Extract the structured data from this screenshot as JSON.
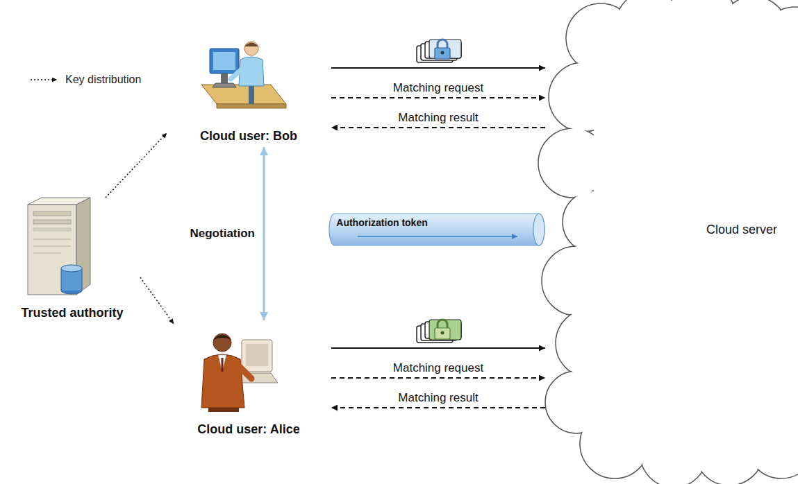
{
  "diagram": {
    "nodes": [
      {
        "text": [
          "Trusted authority"
        ]
      },
      {
        "text": [
          "Cloud user: Bob"
        ]
      },
      {
        "text": [
          "Cloud user: Alice"
        ]
      },
      {
        "text": [
          "Authorization token"
        ]
      },
      {
        "text": [
          "Cloud server"
        ]
      }
    ],
    "edges": [
      {
        "from": 0,
        "to": 1,
        "arrow": "to"
      },
      {
        "from": 0,
        "to": 2,
        "arrow": "to"
      },
      {
        "from": 1,
        "to": 4,
        "arrow": "to"
      },
      {
        "from": 1,
        "to": 4,
        "label": "Matching request",
        "arrow": "to"
      },
      {
        "from": 4,
        "to": 1,
        "label": "Matching result",
        "arrow": "to"
      },
      {
        "from": 2,
        "to": 4,
        "arrow": "to"
      },
      {
        "from": 2,
        "to": 4,
        "label": "Matching request",
        "arrow": "to"
      },
      {
        "from": 4,
        "to": 2,
        "label": "Matching result",
        "arrow": "to"
      },
      {
        "from": 1,
        "to": 2,
        "label": "Negotiation",
        "arrow": "both"
      }
    ],
    "legend": [
      {
        "text": "Key distribution"
      }
    ]
  }
}
